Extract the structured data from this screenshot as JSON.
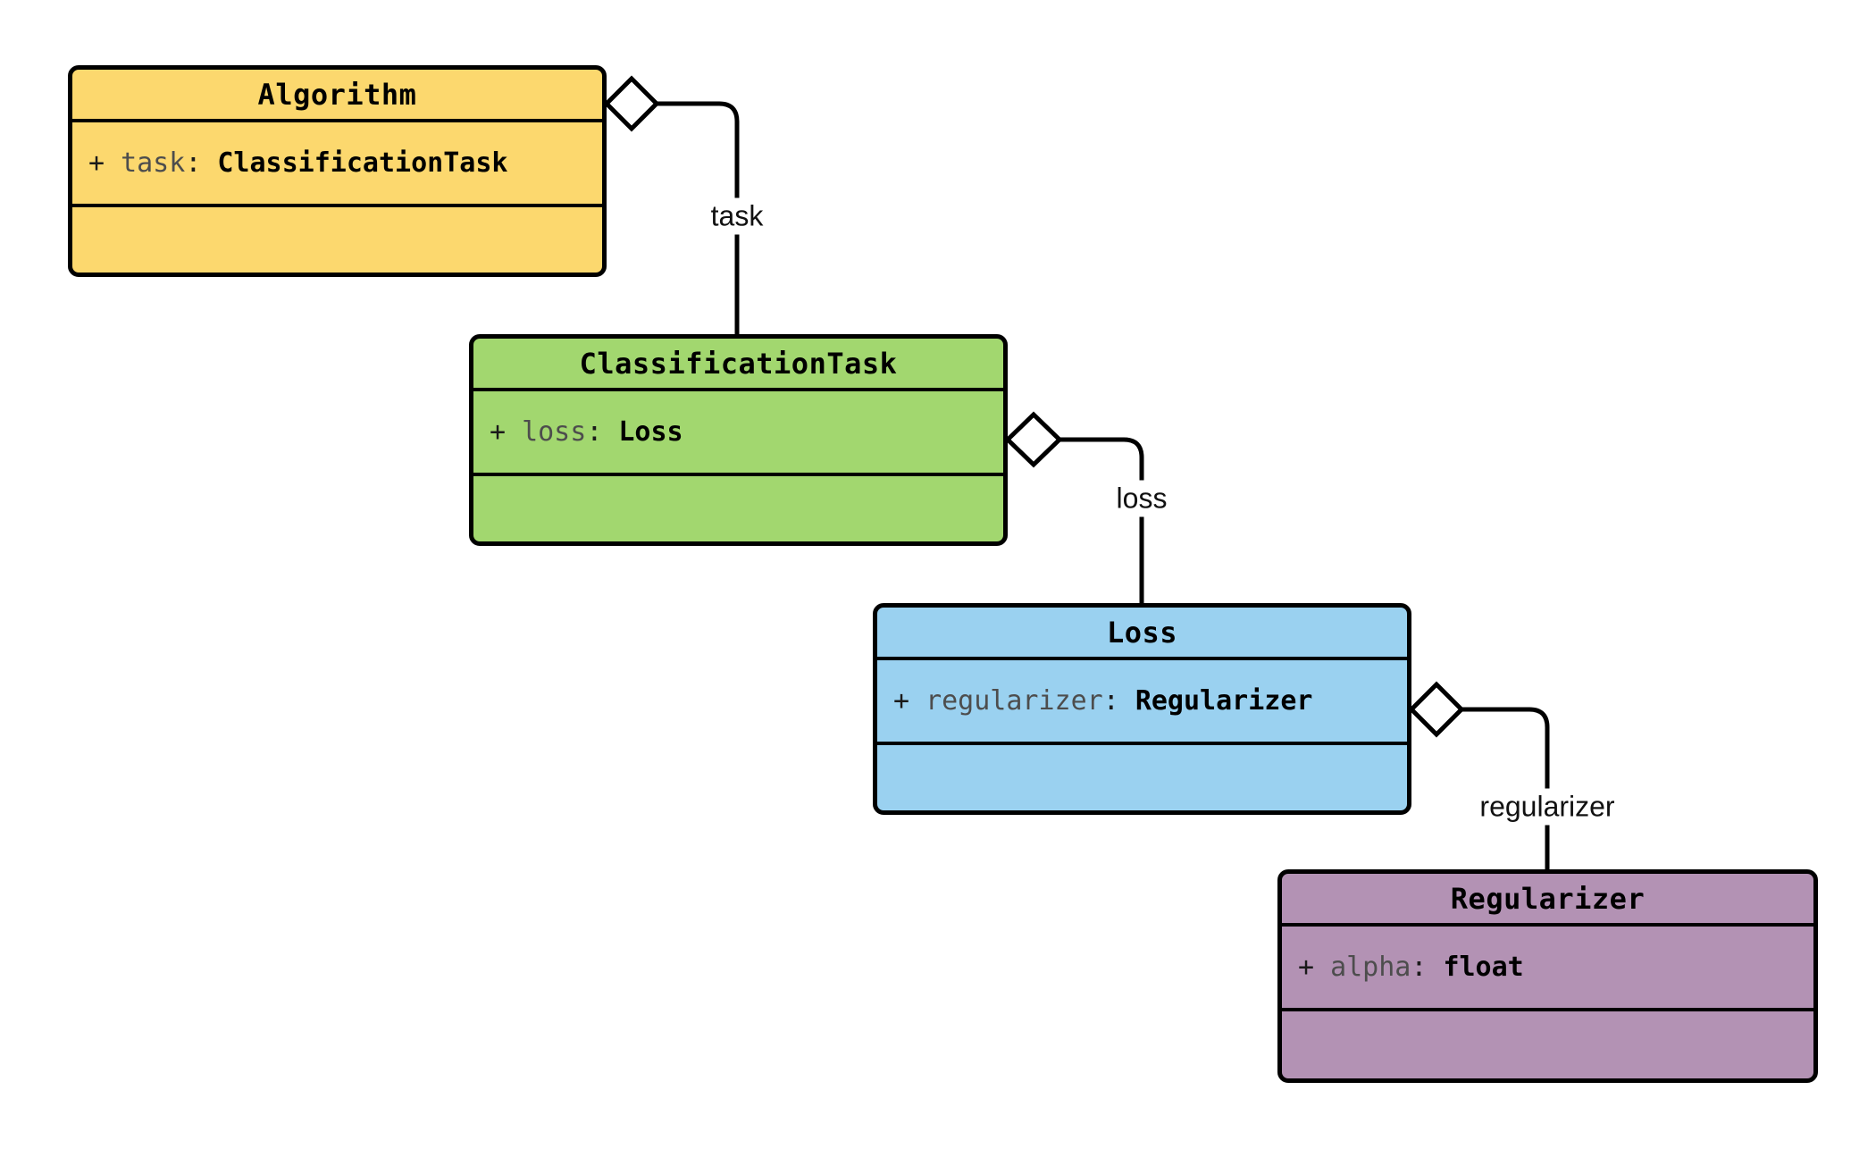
{
  "classes": [
    {
      "name": "Algorithm",
      "fill": "#FCD86E",
      "attribute": {
        "visibility": "+",
        "name": "task",
        "separator": ":",
        "type": "ClassificationTask"
      }
    },
    {
      "name": "ClassificationTask",
      "fill": "#A2D76F",
      "attribute": {
        "visibility": "+",
        "name": "loss",
        "separator": ":",
        "type": "Loss"
      }
    },
    {
      "name": "Loss",
      "fill": "#9AD1F0",
      "attribute": {
        "visibility": "+",
        "name": "regularizer",
        "separator": ":",
        "type": "Regularizer"
      }
    },
    {
      "name": "Regularizer",
      "fill": "#B392B4",
      "attribute": {
        "visibility": "+",
        "name": "alpha",
        "separator": ":",
        "type": "float"
      }
    }
  ],
  "edges": [
    {
      "label": "task",
      "from": "Algorithm",
      "to": "ClassificationTask",
      "kind": "aggregation"
    },
    {
      "label": "loss",
      "from": "ClassificationTask",
      "to": "Loss",
      "kind": "aggregation"
    },
    {
      "label": "regularizer",
      "from": "Loss",
      "to": "Regularizer",
      "kind": "aggregation"
    }
  ],
  "colors": {
    "background": "#FFFFFF",
    "border": "#000000",
    "attribute_name_gray": "#4D4D4D"
  }
}
